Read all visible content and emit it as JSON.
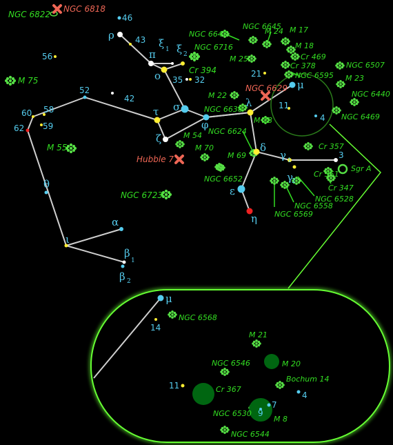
{
  "colors": {
    "background": "#000000",
    "star_white": "#ffffff",
    "star_cyan": "#55ccee",
    "star_yellow": "#ffee33",
    "star_red": "#ee2222",
    "cluster_green": "#55dd44",
    "nebula_dark_green": "#006611",
    "label_green": "#33dd22",
    "label_red": "#ee6655",
    "label_cyan": "#55ccee",
    "line": "#cfcfcf",
    "inset_border": "#66ff33"
  },
  "stars": [
    {
      "label": "46",
      "kind": "number",
      "color": "cyan"
    },
    {
      "label": "ρ",
      "kind": "greek",
      "color": "white"
    },
    {
      "label": "43",
      "kind": "number",
      "color": "yellow"
    },
    {
      "label": "π",
      "kind": "greek",
      "color": "white"
    },
    {
      "label": "ξ",
      "sub": "1",
      "kind": "greek",
      "color": "white"
    },
    {
      "label": "ξ",
      "sub": "2",
      "kind": "greek",
      "color": "yellow"
    },
    {
      "label": "ο",
      "kind": "greek",
      "color": "yellow"
    },
    {
      "label": "35",
      "kind": "number",
      "color": "white"
    },
    {
      "label": "32",
      "kind": "number",
      "color": "yellow"
    },
    {
      "label": "56",
      "kind": "number",
      "color": "yellow"
    },
    {
      "label": "52",
      "kind": "number",
      "color": "cyan"
    },
    {
      "label": "42",
      "kind": "number",
      "color": "white"
    },
    {
      "label": "σ",
      "kind": "greek",
      "color": "cyan"
    },
    {
      "label": "τ",
      "kind": "greek",
      "color": "yellow"
    },
    {
      "label": "ζ",
      "kind": "greek",
      "color": "white"
    },
    {
      "label": "φ",
      "kind": "greek",
      "color": "cyan"
    },
    {
      "label": "λ",
      "kind": "greek",
      "color": "yellow"
    },
    {
      "label": "μ",
      "kind": "greek",
      "color": "cyan"
    },
    {
      "label": "21",
      "kind": "number",
      "color": "yellow"
    },
    {
      "label": "11",
      "kind": "number",
      "color": "yellow"
    },
    {
      "label": "4",
      "kind": "number",
      "color": "cyan"
    },
    {
      "label": "60",
      "kind": "number",
      "color": "yellow"
    },
    {
      "label": "58",
      "kind": "number",
      "color": "yellow"
    },
    {
      "label": "62",
      "kind": "number",
      "color": "red"
    },
    {
      "label": "59",
      "kind": "number",
      "color": "yellow"
    },
    {
      "label": "δ",
      "kind": "greek",
      "color": "yellow"
    },
    {
      "label": "γ",
      "sub": "1",
      "kind": "greek",
      "color": "yellow"
    },
    {
      "label": "γ",
      "sub": "2",
      "kind": "greek",
      "color": "yellow"
    },
    {
      "label": "3",
      "kind": "number",
      "color": "white"
    },
    {
      "label": "ε",
      "kind": "greek",
      "color": "cyan"
    },
    {
      "label": "η",
      "kind": "greek",
      "color": "red"
    },
    {
      "label": "θ",
      "kind": "greek",
      "color": "cyan"
    },
    {
      "label": "α",
      "kind": "greek",
      "color": "cyan"
    },
    {
      "label": "ι",
      "kind": "greek",
      "color": "yellow"
    },
    {
      "label": "β",
      "sub": "1",
      "kind": "greek",
      "color": "white"
    },
    {
      "label": "β",
      "sub": "2",
      "kind": "greek",
      "color": "cyan"
    }
  ],
  "objects": [
    {
      "label": "NGC 6822",
      "kind": "galaxy"
    },
    {
      "label": "NGC 6818",
      "kind": "planetary"
    },
    {
      "label": "M 75",
      "kind": "cluster"
    },
    {
      "label": "NGC 6647",
      "kind": "cluster"
    },
    {
      "label": "NGC 6645",
      "kind": "cluster"
    },
    {
      "label": "NGC 6716",
      "kind": "cluster"
    },
    {
      "label": "M 24",
      "kind": "cluster"
    },
    {
      "label": "M 17",
      "kind": "cluster"
    },
    {
      "label": "M 18",
      "kind": "cluster"
    },
    {
      "label": "Cr 469",
      "kind": "cluster"
    },
    {
      "label": "Cr 378",
      "kind": "cluster"
    },
    {
      "label": "Cr 394",
      "kind": "cluster"
    },
    {
      "label": "M 25",
      "kind": "cluster"
    },
    {
      "label": "NGC 6595",
      "kind": "cluster"
    },
    {
      "label": "NGC 6507",
      "kind": "cluster"
    },
    {
      "label": "M 23",
      "kind": "cluster"
    },
    {
      "label": "NGC 6440",
      "kind": "cluster"
    },
    {
      "label": "NGC 6469",
      "kind": "cluster"
    },
    {
      "label": "M 22",
      "kind": "cluster"
    },
    {
      "label": "NGC 6629",
      "kind": "planetary"
    },
    {
      "label": "NGC 6638",
      "kind": "cluster"
    },
    {
      "label": "M 28",
      "kind": "cluster"
    },
    {
      "label": "NGC 6624",
      "kind": "cluster"
    },
    {
      "label": "M 54",
      "kind": "cluster"
    },
    {
      "label": "M 55",
      "kind": "cluster"
    },
    {
      "label": "M 70",
      "kind": "cluster"
    },
    {
      "label": "M 69",
      "kind": "cluster"
    },
    {
      "label": "NGC 6652",
      "kind": "cluster"
    },
    {
      "label": "Hubble 7",
      "kind": "planetary"
    },
    {
      "label": "Cr 357",
      "kind": "cluster"
    },
    {
      "label": "Sgr A",
      "kind": "black-hole"
    },
    {
      "label": "Cr 351",
      "kind": "cluster"
    },
    {
      "label": "Cr 347",
      "kind": "cluster"
    },
    {
      "label": "NGC 6528",
      "kind": "cluster"
    },
    {
      "label": "NGC 6558",
      "kind": "cluster"
    },
    {
      "label": "NGC 6569",
      "kind": "cluster"
    },
    {
      "label": "NGC 6723",
      "kind": "cluster"
    }
  ],
  "inset": {
    "stars": [
      {
        "label": "μ",
        "kind": "greek",
        "color": "cyan"
      },
      {
        "label": "14",
        "kind": "number",
        "color": "yellow"
      },
      {
        "label": "11",
        "kind": "number",
        "color": "yellow"
      },
      {
        "label": "4",
        "kind": "number",
        "color": "cyan"
      },
      {
        "label": "7",
        "kind": "number",
        "color": "cyan"
      },
      {
        "label": "9",
        "kind": "number",
        "color": "cyan"
      }
    ],
    "objects": [
      {
        "label": "NGC 6568",
        "kind": "cluster"
      },
      {
        "label": "M 21",
        "kind": "cluster"
      },
      {
        "label": "NGC 6546",
        "kind": "cluster"
      },
      {
        "label": "M 20",
        "kind": "nebula"
      },
      {
        "label": "Bochum 14",
        "kind": "cluster"
      },
      {
        "label": "Cr 367",
        "kind": "nebula"
      },
      {
        "label": "NGC 6530",
        "kind": "cluster"
      },
      {
        "label": "M 8",
        "kind": "nebula"
      },
      {
        "label": "NGC 6544",
        "kind": "cluster"
      }
    ]
  }
}
